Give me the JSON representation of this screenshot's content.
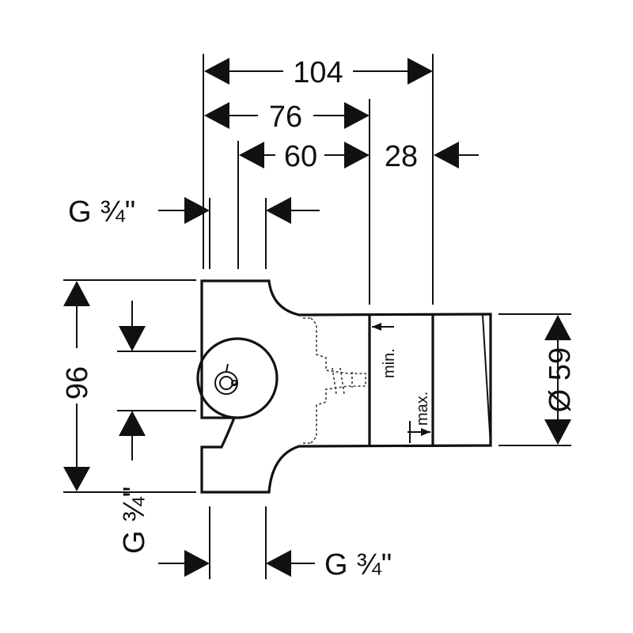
{
  "dimensions": {
    "width_total": "104",
    "width_76": "76",
    "width_60": "60",
    "width_28": "28",
    "height_96": "96",
    "diameter": "Ø 59"
  },
  "thread_labels": {
    "top_left": "G ¾\"",
    "bottom_left": "G ¾\"",
    "bottom_right": "G ¾\""
  },
  "install_depth": {
    "min_label": "min.",
    "max_label": "max."
  }
}
